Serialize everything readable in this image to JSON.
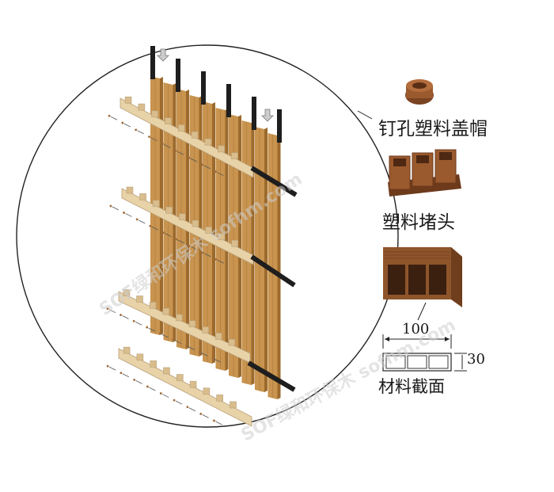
{
  "labels": {
    "cap": "钉孔塑料盖帽",
    "plug": "塑料堵头",
    "section": "材料截面"
  },
  "dimensions": {
    "width": "100",
    "height": "30"
  },
  "watermark": {
    "line1": "SOF绿和环保木 sofhm.com",
    "line2": "SOF绿和环保木 sofhm.com"
  },
  "colors": {
    "wood": "#c8944f",
    "wood_dark": "#9c6a2c",
    "rail": "#e8d2a8",
    "post": "#1e1e1e",
    "cap": "#9a5a2e",
    "line": "#222222"
  }
}
